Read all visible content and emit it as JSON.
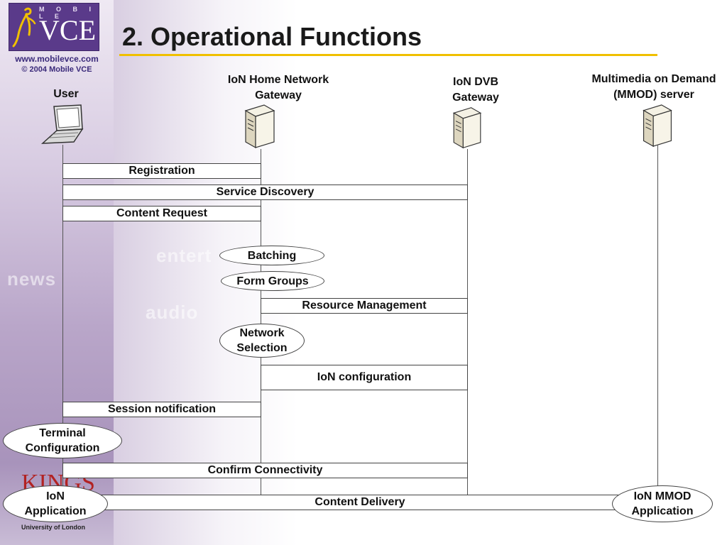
{
  "slide": {
    "title": "2. Operational Functions",
    "website": "www.mobilevce.com",
    "copyright": "© 2004 Mobile VCE",
    "logo_top": "M O B I L E",
    "logo_main": "VCE",
    "university": "University of London",
    "kings_logo": "KINGS"
  },
  "background_words": [
    "news",
    "entert",
    "audio"
  ],
  "actors": [
    {
      "id": "user",
      "label": "User",
      "icon": "laptop-icon"
    },
    {
      "id": "home-gateway",
      "label": "IoN Home Network Gateway",
      "label_lines": [
        "IoN Home Network",
        "Gateway"
      ],
      "icon": "server-icon"
    },
    {
      "id": "dvb-gateway",
      "label": "IoN DVB Gateway",
      "label_lines": [
        "IoN DVB",
        "Gateway"
      ],
      "icon": "server-icon"
    },
    {
      "id": "mmod-server",
      "label": "Multimedia on Demand (MMOD) server",
      "label_lines": [
        "Multimedia on Demand",
        "(MMOD) server"
      ],
      "icon": "server-icon"
    }
  ],
  "messages": [
    {
      "label": "Registration",
      "from": "user",
      "to": "home-gateway"
    },
    {
      "label": "Service Discovery",
      "from": "user",
      "to": "dvb-gateway"
    },
    {
      "label": "Content Request",
      "from": "user",
      "to": "home-gateway"
    },
    {
      "label": "Resource Management",
      "from": "home-gateway",
      "to": "dvb-gateway"
    },
    {
      "label": "IoN configuration",
      "from": "home-gateway",
      "to": "dvb-gateway"
    },
    {
      "label": "Session notification",
      "from": "user",
      "to": "home-gateway"
    },
    {
      "label": "Confirm Connectivity",
      "from": "user",
      "to": "dvb-gateway"
    },
    {
      "label": "Content Delivery",
      "from": "user",
      "to": "mmod-server"
    }
  ],
  "processes": [
    {
      "label": "Batching",
      "lines": [
        "Batching"
      ],
      "at": "home-gateway"
    },
    {
      "label": "Form Groups",
      "lines": [
        "Form Groups"
      ],
      "at": "home-gateway"
    },
    {
      "label": "Network Selection",
      "lines": [
        "Network",
        "Selection"
      ],
      "at": "home-gateway"
    },
    {
      "label": "Terminal Configuration",
      "lines": [
        "Terminal",
        "Configuration"
      ],
      "at": "user"
    },
    {
      "label": "IoN Application",
      "lines": [
        "IoN",
        "Application"
      ],
      "at": "user"
    },
    {
      "label": "IoN MMOD Application",
      "lines": [
        "IoN MMOD",
        "Application"
      ],
      "at": "mmod-server"
    }
  ]
}
